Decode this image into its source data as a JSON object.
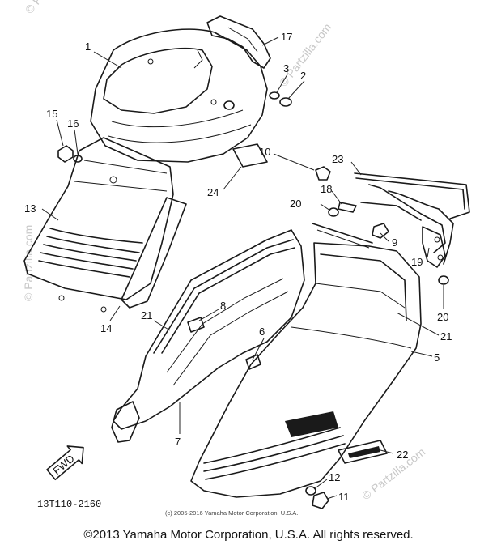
{
  "callouts": {
    "c1": "1",
    "c2": "2",
    "c3": "3",
    "c5": "5",
    "c6": "6",
    "c7": "7",
    "c8": "8",
    "c9": "9",
    "c10": "10",
    "c11": "11",
    "c12": "12",
    "c13": "13",
    "c14": "14",
    "c15": "15",
    "c16": "16",
    "c17": "17",
    "c18": "18",
    "c19": "19",
    "c20a": "20",
    "c20b": "20",
    "c21a": "21",
    "c21b": "21",
    "c22": "22",
    "c23": "23",
    "c24": "24"
  },
  "diagram_code": "13T110-2160",
  "fwd_label": "FWD",
  "inner_copyright": "(c) 2005-2016 Yamaha Motor Corporation, U.S.A.",
  "watermark": "© Partzilla.com",
  "footer_copyright": "©2013 Yamaha Motor Corporation, U.S.A. All rights reserved."
}
